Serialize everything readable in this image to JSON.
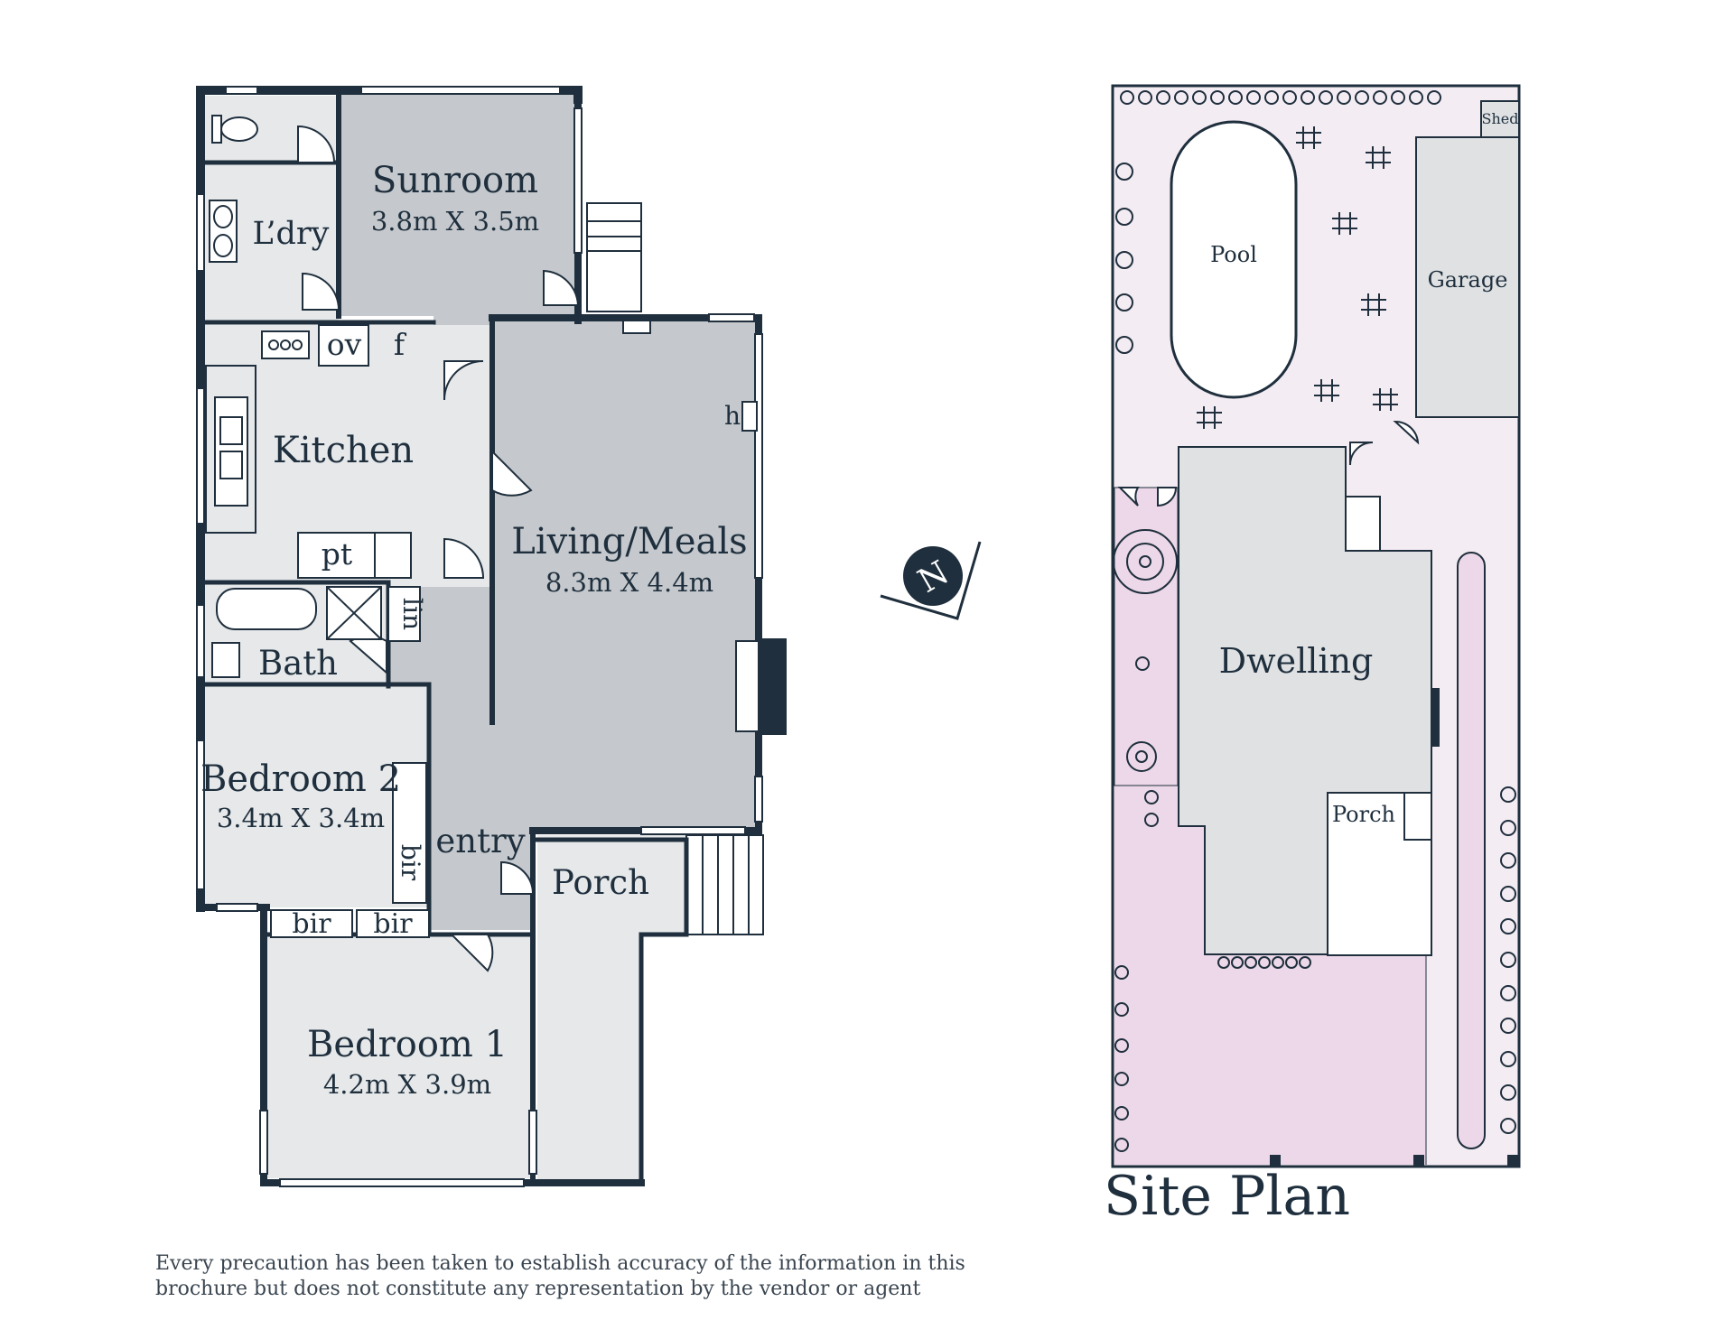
{
  "floorplan": {
    "rooms": {
      "sunroom": {
        "name": "Sunroom",
        "dims": "3.8m X 3.5m"
      },
      "laundry": {
        "name": "L’dry"
      },
      "kitchen": {
        "name": "Kitchen"
      },
      "living": {
        "name": "Living/Meals",
        "dims": "8.3m X 4.4m"
      },
      "bath": {
        "name": "Bath"
      },
      "bedroom2": {
        "name": "Bedroom 2",
        "dims": "3.4m X 3.4m"
      },
      "bedroom1": {
        "name": "Bedroom 1",
        "dims": "4.2m X 3.9m"
      },
      "entry": {
        "name": "entry"
      },
      "porch": {
        "name": "Porch"
      }
    },
    "fixtures": {
      "oven": "ov",
      "fridge": "f",
      "pantry": "pt",
      "linen": "lin",
      "heater": "h",
      "bir_bed2_side": "bir",
      "bir_bed1_left": "bir",
      "bir_bed1_right": "bir"
    }
  },
  "compass": {
    "label": "N"
  },
  "site_plan": {
    "title": "Site Plan",
    "labels": {
      "shed": "Shed",
      "pool": "Pool",
      "garage": "Garage",
      "dwelling": "Dwelling",
      "porch": "Porch"
    }
  },
  "disclaimer": {
    "line1": "Every precaution has been taken to establish accuracy of the information in this",
    "line2": "brochure but does not constitute any representation by the vendor or agent"
  },
  "colors": {
    "wall": "#1f2f3d",
    "room_dark": "#c5c9cd",
    "room_light": "#e6e8ea",
    "site_pink": "#f1e6ef",
    "site_pink_dark": "#ecd8e8",
    "site_grey": "#dfe1e3"
  }
}
